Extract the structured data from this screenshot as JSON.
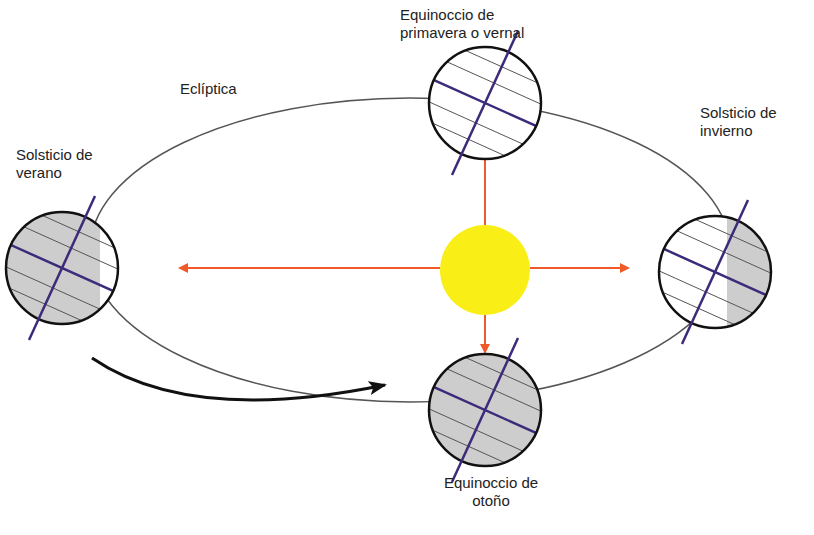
{
  "diagram": {
    "labels": [
      "Equinoccio de primavera o vernal",
      "Eclíptica",
      "Solsticio de verano",
      "Solsticio de invierno",
      "Equinoccio de otoño"
    ]
  }
}
